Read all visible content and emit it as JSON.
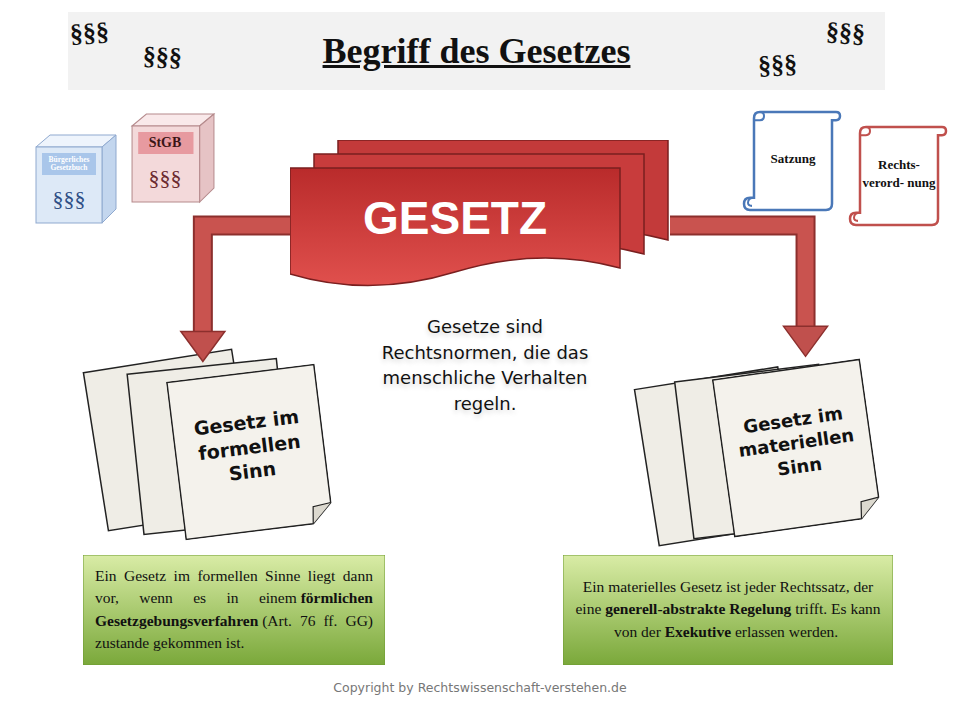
{
  "diagram": {
    "title": "Begriff des Gesetzes",
    "nodes": [
      {
        "text": [
          "Bürgerliches Gesetzbuch",
          "§§§"
        ]
      },
      {
        "text": [
          "StGB",
          "§§§"
        ]
      },
      {
        "text": [
          "GESETZ"
        ]
      },
      {
        "text": [
          "Satzung"
        ]
      },
      {
        "text": [
          "Rechts- verord- nung"
        ]
      },
      {
        "text": [
          "Gesetz im formellen Sinn"
        ]
      },
      {
        "text": [
          "Gesetz im materiellen Sinn"
        ]
      },
      {
        "text": [
          "Ein Gesetz im formellen Sinne liegt dann vor, wenn es in einem",
          "förmlichen Gesetzgebungsverfahren",
          "(Art. 76 ff. GG) zustande gekommen ist."
        ]
      },
      {
        "text": [
          "Ein materielles Gesetz ist jeder Rechtssatz, der eine",
          "generell-abstrakte Regelung",
          "trifft. Es kann von der",
          "Exekutive",
          "erlassen werden."
        ]
      }
    ],
    "edges": [
      {
        "from": 2,
        "to": 5,
        "arrow": "to"
      },
      {
        "from": 2,
        "to": 6,
        "arrow": "to"
      }
    ],
    "labels": [
      "§§§",
      "§§§",
      "§§§",
      "§§§",
      "Gesetze sind Rechtsnormen, die das menschliche Verhalten regeln.",
      "Copyright by Rechtswissenschaft-verstehen.de"
    ]
  }
}
